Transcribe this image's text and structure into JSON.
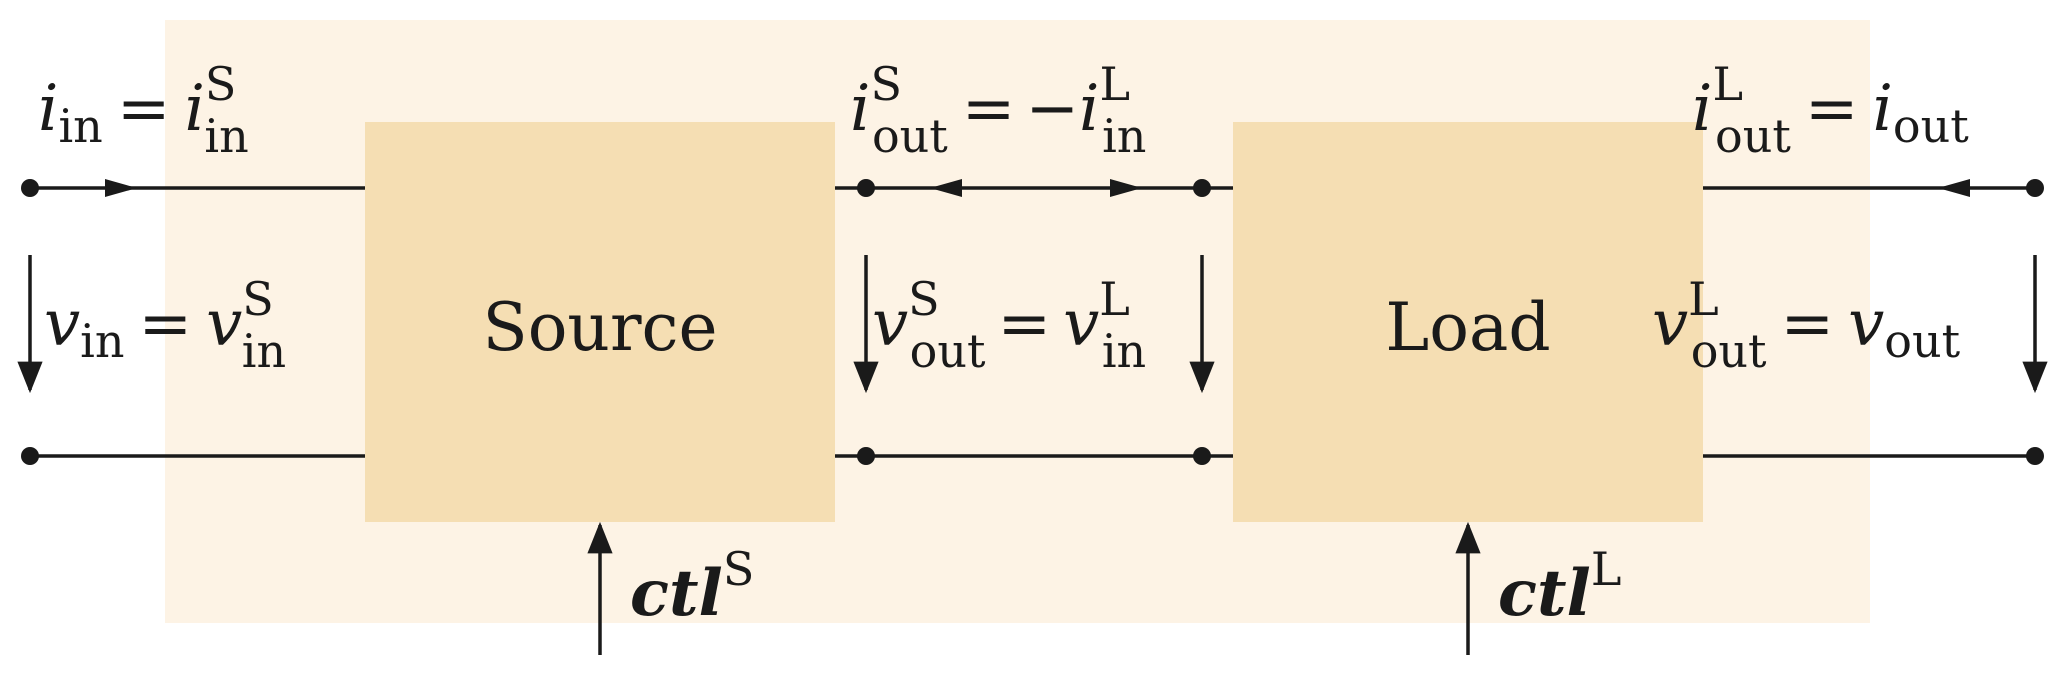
{
  "colors": {
    "background_region": "#fdf3e5",
    "block_fill": "#f5deb3",
    "line": "#1a1a1a"
  },
  "blocks": {
    "source_label": "Source",
    "load_label": "Load"
  },
  "labels": {
    "i_in": {
      "base": "i",
      "sub": "in",
      "eq": "=",
      "rhs_base": "i",
      "rhs_sup": "S",
      "rhs_sub": "in"
    },
    "i_mid": {
      "base": "i",
      "sup": "S",
      "sub": "out",
      "eq": "=",
      "minus": "−",
      "rhs_base": "i",
      "rhs_sup": "L",
      "rhs_sub": "in"
    },
    "i_out": {
      "base": "i",
      "sup": "L",
      "sub": "out",
      "eq": "=",
      "rhs_base": "i",
      "rhs_sub": "out"
    },
    "v_in": {
      "base": "v",
      "sub": "in",
      "eq": "=",
      "rhs_base": "v",
      "rhs_sup": "S",
      "rhs_sub": "in"
    },
    "v_mid": {
      "base": "v",
      "sup": "S",
      "sub": "out",
      "eq": "=",
      "rhs_base": "v",
      "rhs_sup": "L",
      "rhs_sub": "in"
    },
    "v_out": {
      "base": "v",
      "sup": "L",
      "sub": "out",
      "eq": "=",
      "rhs_base": "v",
      "rhs_sub": "out"
    },
    "ctl_source": {
      "base": "ctl",
      "sup": "S"
    },
    "ctl_load": {
      "base": "ctl",
      "sup": "L"
    }
  }
}
